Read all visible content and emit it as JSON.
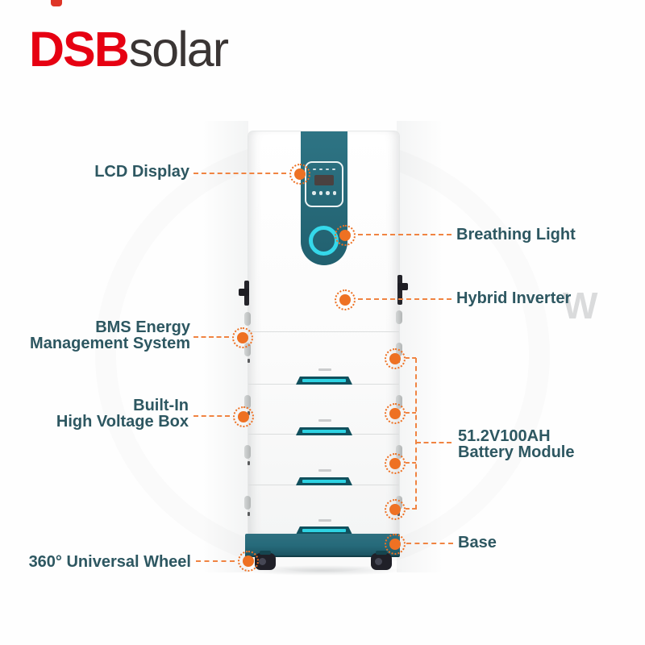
{
  "logo": {
    "brand": "DSB",
    "suffix": "solar"
  },
  "colors": {
    "accent_orange": "#ee7123",
    "label_teal": "#2d5761",
    "device_teal": "#27697a",
    "highlight_cyan": "#35d8ea",
    "logo_red": "#e60112"
  },
  "device": {
    "battery_module_count": 4
  },
  "callouts": {
    "lcd_display": "LCD Display",
    "breathing_light": "Breathing Light",
    "hybrid_inverter": "Hybrid Inverter",
    "bms_line1": "BMS Energy",
    "bms_line2": "Management System",
    "hv_line1": "Built-In",
    "hv_line2": "High Voltage Box",
    "battery_line1": "51.2V100AH",
    "battery_line2": "Battery Module",
    "base": "Base",
    "wheel": "360° Universal Wheel"
  },
  "watermark": "W"
}
